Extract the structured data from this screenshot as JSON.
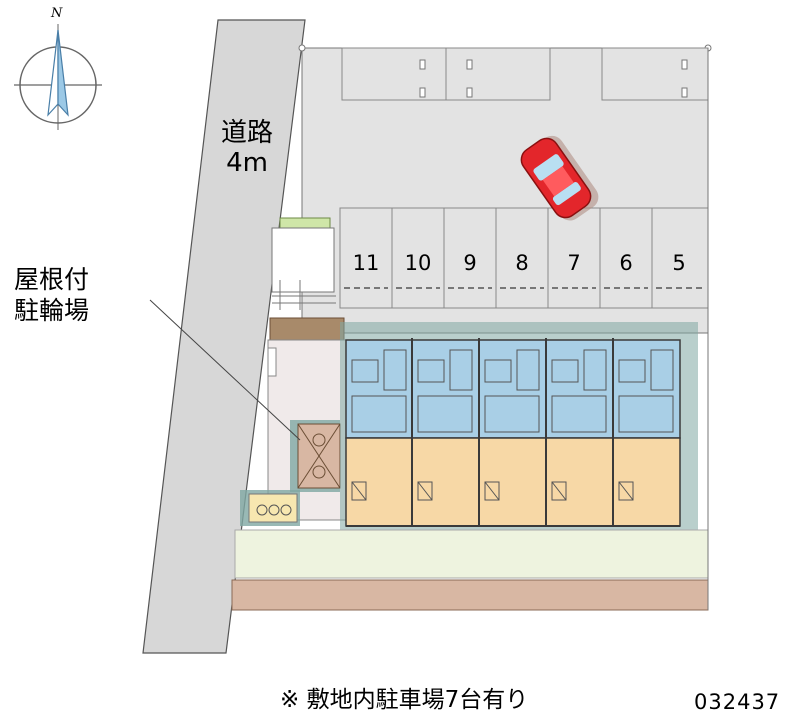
{
  "compass": {
    "north_label": "N"
  },
  "road": {
    "label_line1": "道路",
    "label_line2": "4m"
  },
  "bike_parking": {
    "label_line1": "屋根付",
    "label_line2": "駐輪場"
  },
  "parking": {
    "slots": [
      "11",
      "10",
      "9",
      "8",
      "7",
      "6",
      "5"
    ]
  },
  "footer": {
    "note": "※ 敷地内駐車場7台有り",
    "code": "032437"
  },
  "colors": {
    "lot": "#e3e3e3",
    "road": "#d7d7d7",
    "building_blue": "#a9cfe6",
    "building_beige": "#f7d8a6",
    "green_strip": "#eef3df",
    "boundary_strip": "#d8b7a3",
    "teal_shadow": "#7fa7a2",
    "car": "#e3262b"
  },
  "icons": [
    "compass-icon",
    "car-icon",
    "bicycle-icon",
    "planter-icon"
  ]
}
